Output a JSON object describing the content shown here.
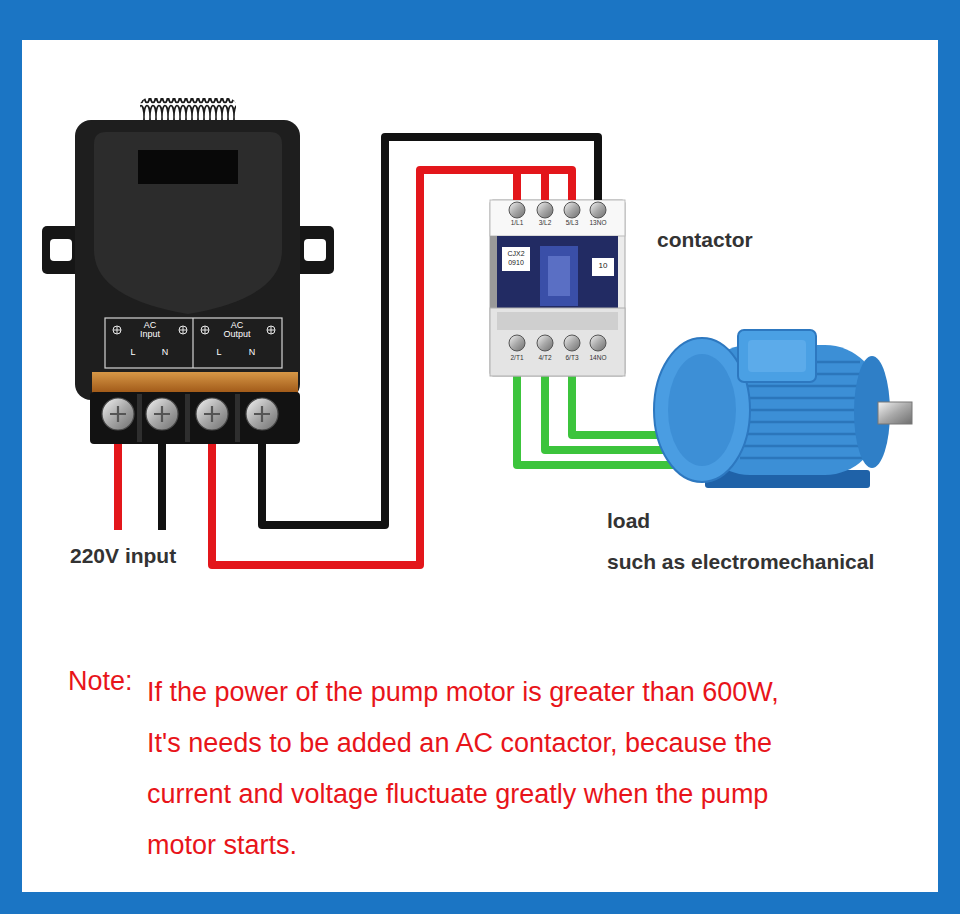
{
  "diagram": {
    "nodes": [
      {
        "text": [
          "AC Input",
          "L",
          "N",
          "AC Output",
          "L",
          "N"
        ]
      },
      {
        "text": [
          "1/L1",
          "3/L2",
          "5/L3",
          "13NO",
          "CJX2",
          "0910",
          "10",
          "2/T1",
          "4/T2",
          "6/T3",
          "14NO"
        ]
      }
    ],
    "edges": [
      {
        "from": 0,
        "to": 1,
        "arrow": "none"
      },
      {
        "from": 0,
        "to": 1,
        "arrow": "none"
      }
    ],
    "labels": [
      "contactor",
      "220V input",
      "load",
      "such as electromechanical",
      "Note:",
      "If the power of the pump motor is greater than 600W, It's needs to be added an AC contactor, because the current and voltage fluctuate greatly when the pump motor starts."
    ]
  }
}
